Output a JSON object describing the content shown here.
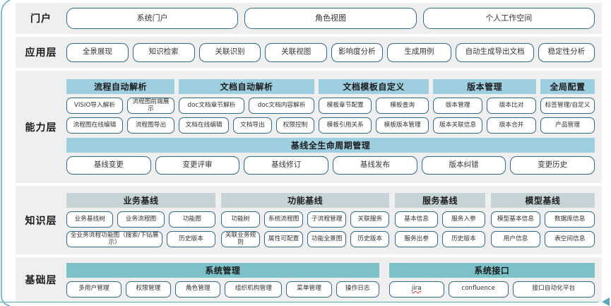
{
  "theme": {
    "band_bg": "#efefef",
    "pill_border": "#2e6b86",
    "header_blue": "#9ecfe0",
    "header_gray": "#c7d4d7",
    "header_teal": "#7cc1c8",
    "accent_line": "#5aa9bd"
  },
  "layers": {
    "portal": {
      "label": "门户",
      "items": [
        "系统门户",
        "角色视图",
        "个人工作空间"
      ]
    },
    "application": {
      "label": "应用层",
      "items": [
        "全景展现",
        "知识检索",
        "关联识别",
        "关联视图",
        "影响度分析",
        "生成用例",
        "自动生成导出文档",
        "稳定性分析"
      ]
    },
    "capability": {
      "label": "能力层",
      "groups": [
        {
          "title": "流程自动解析",
          "rows": [
            [
              "VISIO导入解析",
              "流程图前端展示"
            ],
            [
              "流程图在线编辑",
              "流程图导出"
            ]
          ]
        },
        {
          "title": "文档自动解析",
          "rows": [
            [
              "doc文档章节解析",
              "doc文档内容解析"
            ],
            [
              "文档在线编辑",
              "文档导出",
              "权限控制"
            ]
          ]
        },
        {
          "title": "文档模板自定义",
          "rows": [
            [
              "模板章节配置",
              "模板查询"
            ],
            [
              "模板引用关系",
              "模板版本管理"
            ]
          ]
        },
        {
          "title": "版本管理",
          "rows": [
            [
              "版本管理",
              "版本比对"
            ],
            [
              "版本关联信息",
              "版本合并"
            ]
          ]
        },
        {
          "title": "全局配置",
          "rows": [
            [
              "标签管理/自定义"
            ],
            [
              "产品管理"
            ]
          ]
        }
      ],
      "baseline": {
        "title": "基线全生命周期管理",
        "items": [
          "基线变更",
          "变更评审",
          "基线修订",
          "基线发布",
          "版本纠错",
          "变更历史"
        ]
      }
    },
    "knowledge": {
      "label": "知识层",
      "groups": [
        {
          "title": "业务基线",
          "rows": [
            [
              "业务基线树",
              "业务流程图",
              "功能图"
            ],
            [
              "全业务流程功能图（搜索/下钻展示）",
              "历史版本"
            ]
          ]
        },
        {
          "title": "功能基线",
          "rows": [
            [
              "功能树",
              "系统流程图",
              "子流程管理",
              "关联服务"
            ],
            [
              "关联业务规则",
              "属性可配置",
              "功能全景图",
              "历史版本"
            ]
          ]
        },
        {
          "title": "服务基线",
          "rows": [
            [
              "基本信息",
              "服务入参"
            ],
            [
              "服务出参",
              "历史版本"
            ]
          ]
        },
        {
          "title": "模型基线",
          "rows": [
            [
              "模型基本信息",
              "数据库信息"
            ],
            [
              "用户信息",
              "表空间信息"
            ]
          ]
        }
      ]
    },
    "foundation": {
      "label": "基础层",
      "groups": [
        {
          "title": "系统管理",
          "items": [
            "多用户管理",
            "权限管理",
            "角色管理",
            "组织机构管理",
            "菜单管理",
            "操作日志"
          ]
        },
        {
          "title": "系统接口",
          "items": [
            "jira",
            "confluence",
            "接口自动化平台"
          ]
        }
      ]
    }
  }
}
